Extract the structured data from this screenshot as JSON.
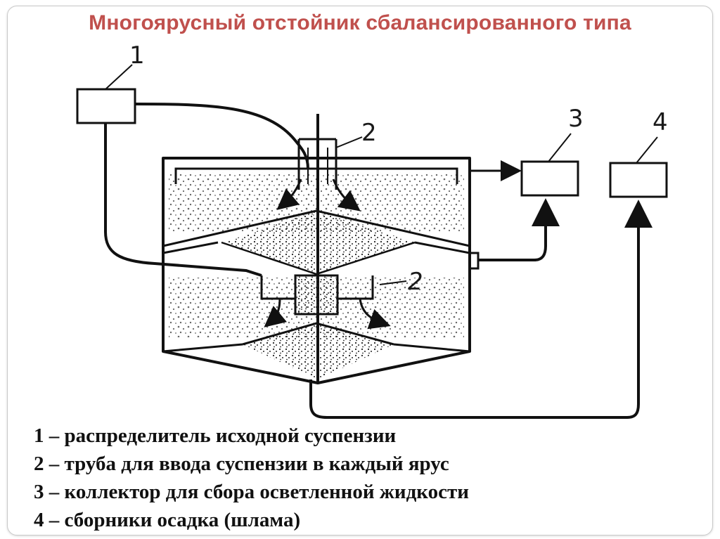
{
  "slide": {
    "title": "Многоярусный отстойник сбалансированного типа"
  },
  "diagram": {
    "labels": {
      "distributor": "1",
      "pipe_top": "2",
      "pipe_middle": "2",
      "collector": "3",
      "sludge_collector": "4"
    }
  },
  "legend": {
    "items": [
      "1 – распределитель исходной суспензии",
      "2 – труба для ввода суспензии в каждый ярус",
      "3 – коллектор для сбора осветленной жидкости",
      "4 – сборники осадка (шлама)"
    ]
  }
}
